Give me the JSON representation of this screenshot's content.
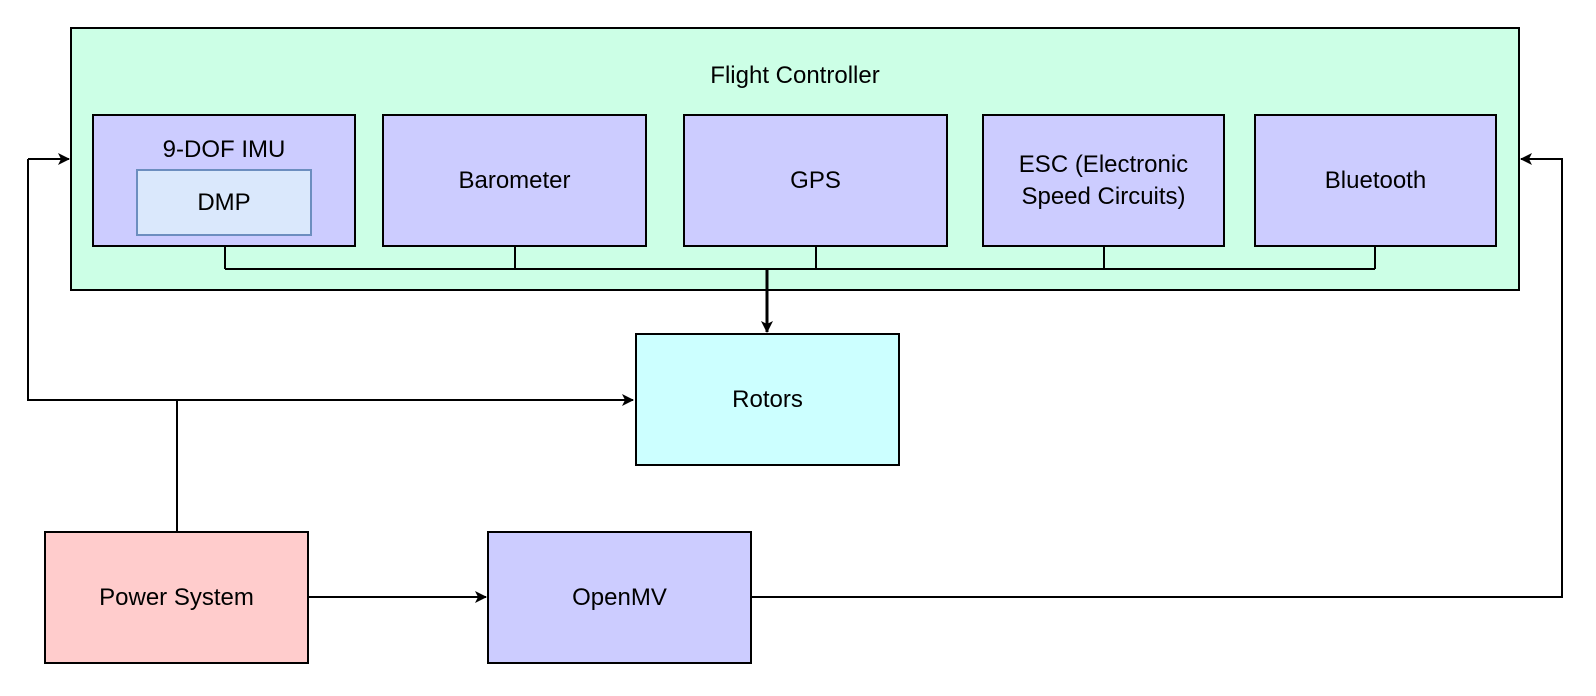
{
  "nodes": {
    "flight_controller": {
      "label": "Flight Controller"
    },
    "imu": {
      "label": "9-DOF IMU"
    },
    "dmp": {
      "label": "DMP"
    },
    "barometer": {
      "label": "Barometer"
    },
    "gps": {
      "label": "GPS"
    },
    "esc": {
      "label": "ESC (Electronic Speed Circuits)"
    },
    "bluetooth": {
      "label": "Bluetooth"
    },
    "rotors": {
      "label": "Rotors"
    },
    "power": {
      "label": "Power System"
    },
    "openmv": {
      "label": "OpenMV"
    }
  },
  "colors": {
    "container_fill": "#ccffe6",
    "module_fill": "#ccccff",
    "rotors_fill": "#ccffff",
    "power_fill": "#ffcccc",
    "dmp_fill": "#dae8fc",
    "dmp_stroke": "#6c8ebf"
  },
  "edges": [
    {
      "from": "flight_controller_modules",
      "to": "rotors"
    },
    {
      "from": "power",
      "to": "rotors"
    },
    {
      "from": "power",
      "to": "flight_controller"
    },
    {
      "from": "power",
      "to": "openmv"
    },
    {
      "from": "openmv",
      "to": "flight_controller"
    }
  ]
}
